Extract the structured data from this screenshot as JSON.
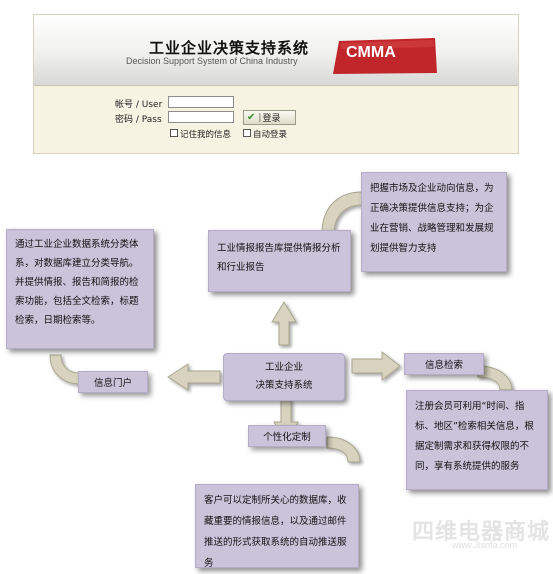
{
  "login": {
    "title": "工业企业决策支持系统",
    "subtitle": "Decision Support System of China Industry",
    "brand": "CMMA",
    "username_label": "帐号 / User",
    "password_label": "密码 / Pass",
    "username_value": "",
    "password_value": "",
    "login_button": "登录",
    "remember_label": "记住我的信息",
    "auto_login_label": "自动登录"
  },
  "diagram": {
    "center": "工业企业\n决策支持系统",
    "top_box": "工业情报报告库提供情报分析和行业报告",
    "top_right_note": "把握市场及企业动向信息，为正确决策提供信息支持；为企业在营销、战略管理和发展规划提供智力支持",
    "left_note": "通过工业企业数据系统分类体系，对数据库建立分类导航。并提供情报、报告和简报的检索功能，包括全文检索，标题检索，日期检索等。",
    "left_label": "信息门户",
    "right_label": "信息检索",
    "right_note": "注册会员可利用“时间、指标、地区”检索相关信息，根据定制需求和获得权限的不同，享有系统提供的服务",
    "bottom_label": "个性化定制",
    "bottom_note": "客户可以定制所关心的数据库，收藏重要的情报信息，以及通过邮件推送的形式获取系统的自动推送服务"
  },
  "watermark": {
    "text": "四维电器商城",
    "url": "www.Jtsnfa.com"
  },
  "colors": {
    "box_fill": "#cbc3d9",
    "arrow_fill": "#d7d3bf",
    "panel_bg": "#f7f3e3",
    "brand_red": "#c0252a"
  }
}
